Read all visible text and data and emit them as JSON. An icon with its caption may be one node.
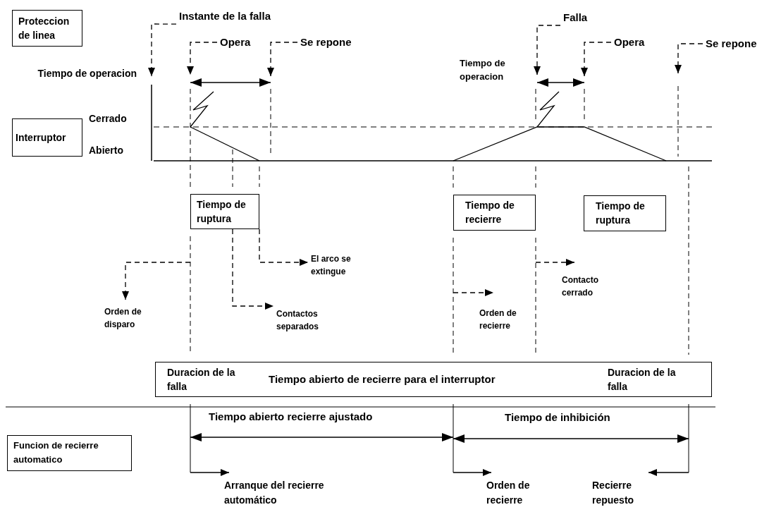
{
  "diagram": {
    "nodes": [
      {
        "text": [
          "Proteccion de linea"
        ]
      },
      {
        "text": [
          "Instante de la falla"
        ]
      },
      {
        "text": [
          "Opera"
        ]
      },
      {
        "text": [
          "Se repone"
        ]
      },
      {
        "text": [
          "Falla"
        ]
      },
      {
        "text": [
          "Opera"
        ]
      },
      {
        "text": [
          "Se repone"
        ]
      },
      {
        "text": [
          "Interruptor"
        ]
      },
      {
        "text": [
          "Tiempo de ruptura"
        ]
      },
      {
        "text": [
          "Tiempo de recierre"
        ]
      },
      {
        "text": [
          "Tiempo de ruptura"
        ]
      },
      {
        "text": [
          "El arco se extingue"
        ]
      },
      {
        "text": [
          "Contacto cerrado"
        ]
      },
      {
        "text": [
          "Orden de disparo"
        ]
      },
      {
        "text": [
          "Contactos separados"
        ]
      },
      {
        "text": [
          "Orden de recierre"
        ]
      },
      {
        "text": [
          "Duracion de la falla"
        ]
      },
      {
        "text": [
          "Tiempo abierto de recierre para el interruptor"
        ]
      },
      {
        "text": [
          "Duracion de la falla"
        ]
      },
      {
        "text": [
          "Funcion de recierre automatico"
        ]
      },
      {
        "text": [
          "Arranque del recierre automático"
        ]
      },
      {
        "text": [
          "Orden de recierre"
        ]
      },
      {
        "text": [
          "Recierre repuesto"
        ]
      }
    ],
    "edges": [
      {
        "from": 1,
        "to": null,
        "arrow": "to",
        "style": "dashed"
      },
      {
        "from": 2,
        "to": null,
        "arrow": "to",
        "style": "dashed"
      },
      {
        "from": 3,
        "to": null,
        "arrow": "to",
        "style": "dashed"
      },
      {
        "from": 4,
        "to": null,
        "arrow": "to",
        "style": "dashed"
      },
      {
        "from": 5,
        "to": null,
        "arrow": "to",
        "style": "dashed"
      },
      {
        "from": 6,
        "to": null,
        "arrow": "to",
        "style": "dashed"
      },
      {
        "from": 8,
        "to": 11,
        "arrow": "to",
        "style": "dashed"
      },
      {
        "from": null,
        "to": 12,
        "arrow": "to",
        "style": "dashed"
      },
      {
        "from": null,
        "to": 13,
        "arrow": "to",
        "style": "dashed"
      },
      {
        "from": 8,
        "to": 14,
        "arrow": "to",
        "style": "dashed"
      },
      {
        "from": null,
        "to": 15,
        "arrow": "to",
        "style": "dashed"
      },
      {
        "from": null,
        "to": 20,
        "arrow": "to"
      },
      {
        "from": null,
        "to": 21,
        "arrow": "to"
      },
      {
        "from": null,
        "to": 22,
        "arrow": "to"
      }
    ],
    "labels": [
      "Tiempo de operacion",
      "Tiempo de operacion",
      "Cerrado",
      "Abierto",
      "Tiempo abierto recierre ajustado",
      "Tiempo de inhibición"
    ]
  }
}
